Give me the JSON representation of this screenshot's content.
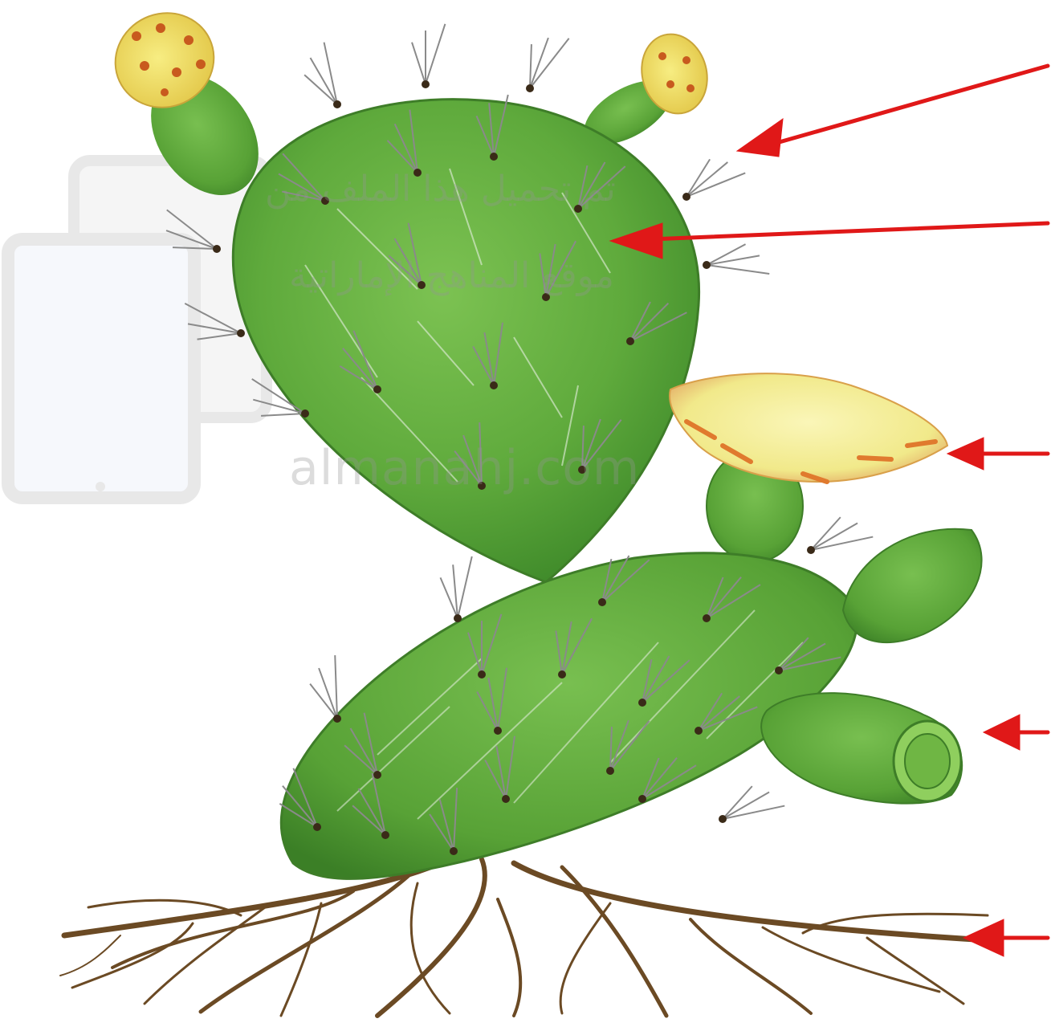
{
  "colors": {
    "pad_green": "#5faa3c",
    "pad_dark": "#3e7d28",
    "pad_light": "#86c75a",
    "flower_yellow": "#f3ee98",
    "flower_orange": "#e07a2e",
    "bud_yellow": "#f2e36a",
    "root_brown": "#6b4a24",
    "spine_gray": "#8a8a8a",
    "areole": "#3a2a18",
    "arrow_red": "#e01818",
    "watermark": "#d8d8d8"
  },
  "watermark": {
    "line1": "تم تحميل هذا الملف من",
    "line2": "موقع المناهج الإماراتية",
    "line3": "almanahj.com"
  },
  "diagram": {
    "subject": "cactus-plant",
    "parts": [
      "spines",
      "stem-pad",
      "flower",
      "fruit",
      "roots"
    ],
    "pointer_count": 5
  }
}
